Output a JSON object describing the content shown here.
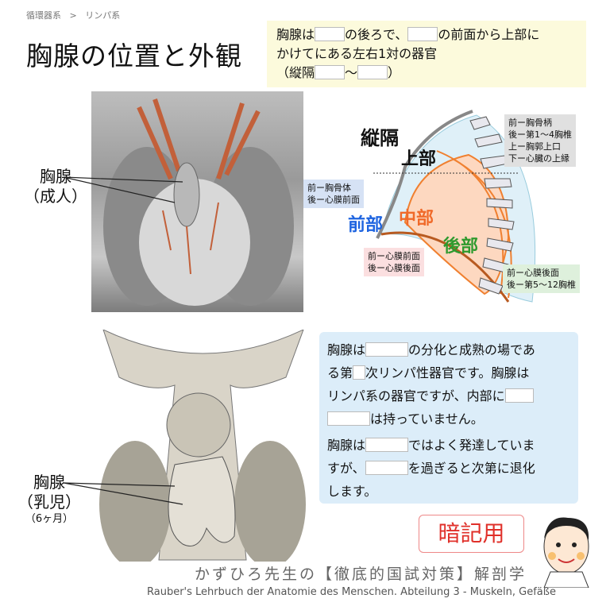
{
  "breadcrumb": {
    "items": [
      "循環器系",
      "リンパ系"
    ],
    "separator": ">"
  },
  "title": "胸腺の位置と外観",
  "question_top": {
    "line1a": "胸腺は",
    "line1b": "の後ろで、",
    "line1c": "の前面から上部に",
    "line2": "かけてにある左右1対の器官",
    "line3a": "（縦隔",
    "line3b": "〜",
    "line3c": "）"
  },
  "top_image": {
    "label1": "胸腺",
    "label2": "（成人）"
  },
  "bottom_image": {
    "label1": "胸腺",
    "label2": "（乳児）",
    "label3": "（6ヶ月）"
  },
  "diagram": {
    "title": "縦隔",
    "superior": "上部",
    "anterior": "前部",
    "middle": "中部",
    "posterior": "後部",
    "superior_note": [
      "前ー胸骨柄",
      "後ー第1〜4胸椎",
      "上ー胸郭上口",
      "下ー心臓の上縁"
    ],
    "anterior_note": [
      "前ー胸骨体",
      "後ー心膜前面"
    ],
    "middle_note": [
      "前ー心膜前面",
      "後ー心膜後面"
    ],
    "posterior_note": [
      "前ー心膜後面",
      "後ー第5〜12胸椎"
    ],
    "colors": {
      "anterior": "#1e64e0",
      "middle": "#f06a2a",
      "posterior": "#2e9a2e"
    }
  },
  "question_bottom": {
    "p1a": "胸腺は",
    "p1b": "の分化と成熟の場であ",
    "p1c": "る第",
    "p1d": "次リンパ性器官です。胸腺は",
    "p1e": "リンパ系の器官ですが、内部に",
    "p1f": "は持っていません。",
    "p2a": "胸腺は",
    "p2b": "ではよく発達していま",
    "p2c": "すが、",
    "p2d": "を過ぎると次第に退化",
    "p2e": "します。"
  },
  "memorize_button": "暗記用",
  "footer": {
    "line1": "かずひろ先生の【徹底的国試対策】解剖学",
    "line2": "Rauber's Lehrbuch der Anatomie des Menschen. Abteilung 3 - Muskeln, Gefäße"
  }
}
